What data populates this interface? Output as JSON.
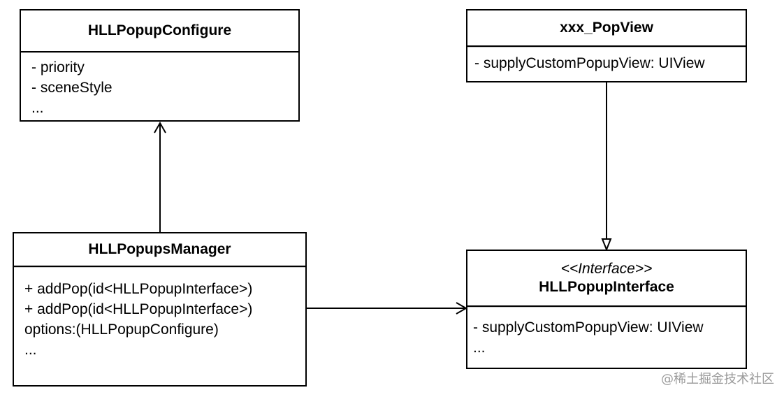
{
  "classes": {
    "configure": {
      "title": "HLLPopupConfigure",
      "members": [
        "- priority",
        "- sceneStyle",
        "..."
      ]
    },
    "popview": {
      "title": "xxx_PopView",
      "members": [
        "- supplyCustomPopupView: UIView"
      ]
    },
    "manager": {
      "title": "HLLPopupsManager",
      "members": [
        "+ addPop(id<HLLPopupInterface>)",
        "+ addPop(id<HLLPopupInterface>)",
        "options:(HLLPopupConfigure)",
        "..."
      ]
    },
    "interface": {
      "stereotype": "<<Interface>>",
      "title": "HLLPopupInterface",
      "members": [
        "- supplyCustomPopupView: UIView",
        "..."
      ]
    }
  },
  "watermark": "@稀土掘金技术社区"
}
